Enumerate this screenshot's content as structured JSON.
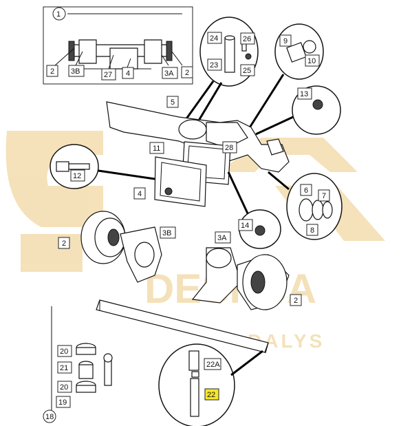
{
  "watermark": {
    "brand": "DESKSA",
    "sub": "DALYS",
    "color": "#f3dcae"
  },
  "highlight_color": "#f6e72a",
  "callouts": {
    "c1": "1",
    "c2a": "2",
    "c3b_top": "3B",
    "c27": "27",
    "c4_top": "4",
    "c3a_top": "3A",
    "c2b": "2",
    "c24": "24",
    "c26": "26",
    "c23": "23",
    "c25": "25",
    "c9": "9",
    "c10": "10",
    "c5": "5",
    "c13": "13",
    "c11": "11",
    "c28": "28",
    "c12": "12",
    "c4": "4",
    "c6": "6",
    "c7": "7",
    "c8": "8",
    "c14": "14",
    "c2c": "2",
    "c3b": "3B",
    "c3a": "3A",
    "c2d": "2",
    "c20a": "20",
    "c21": "21",
    "c20b": "20",
    "c19": "19",
    "c18": "18",
    "c22a": "22A",
    "c22": "22"
  }
}
